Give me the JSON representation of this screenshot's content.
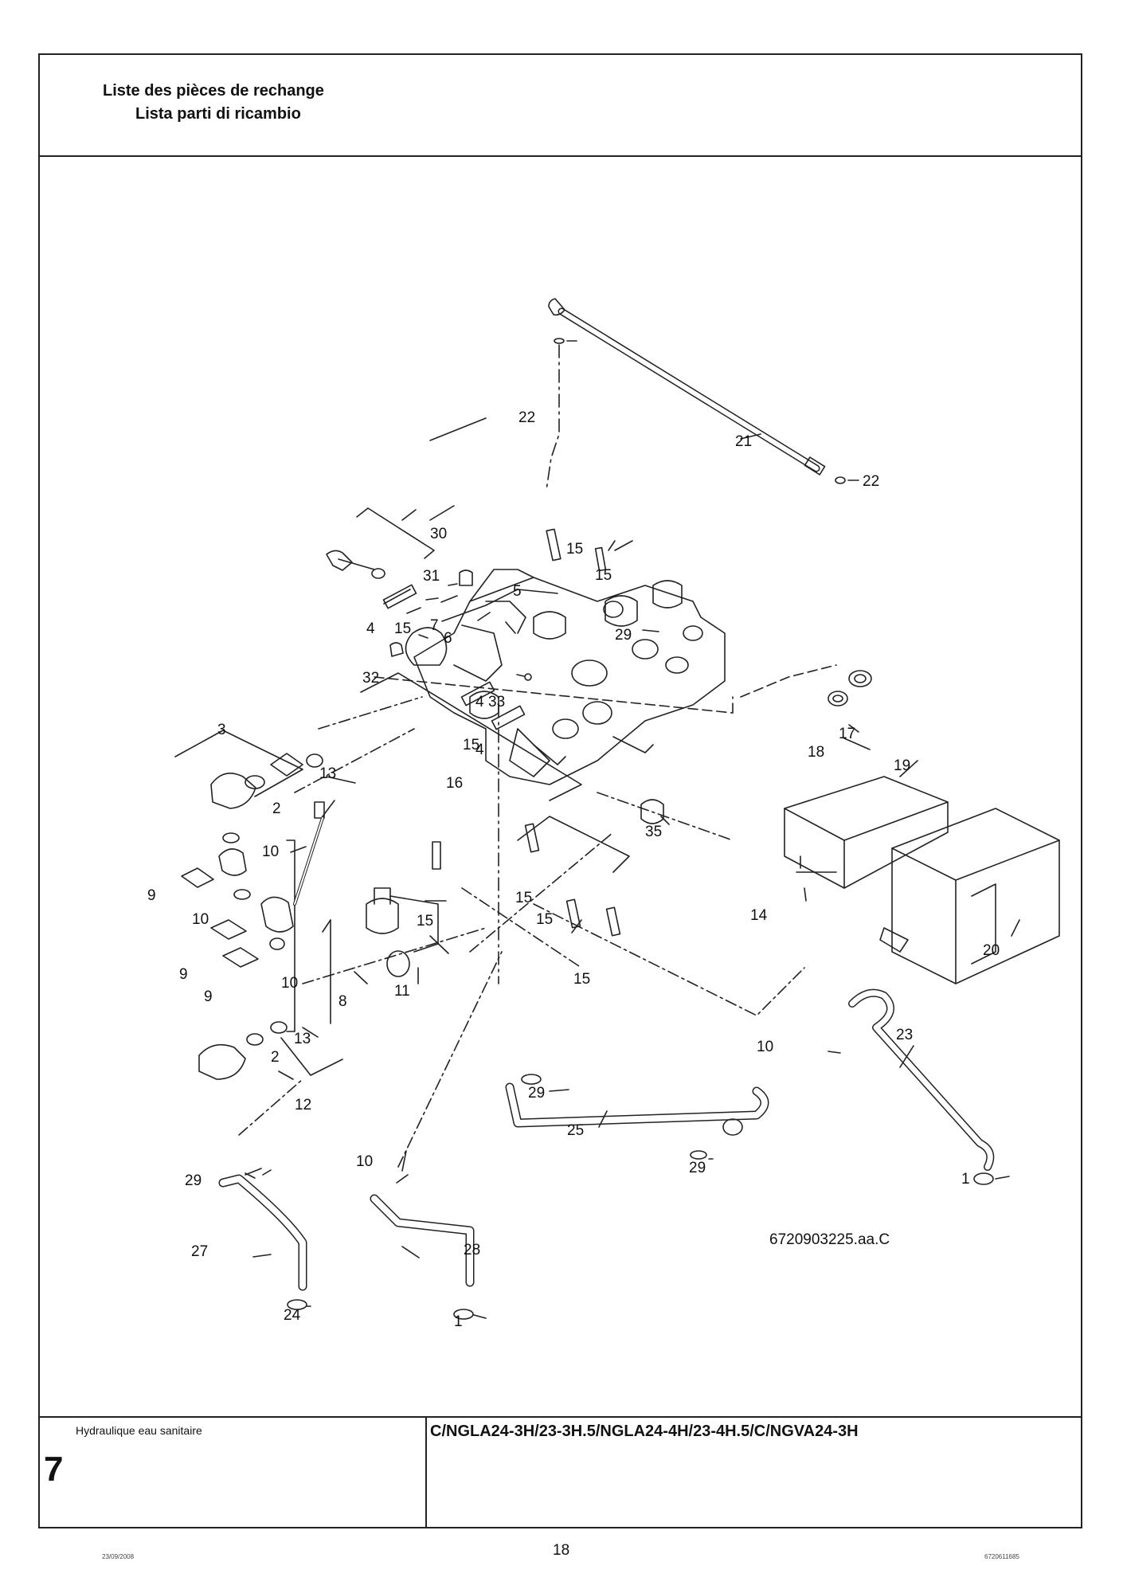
{
  "header": {
    "title_fr": "Liste des pièces de rechange",
    "title_it": "Lista parti di ricambio"
  },
  "drawing": {
    "figure_code": "6720903225.aa.C",
    "callouts": [
      "1",
      "2",
      "3",
      "4",
      "5",
      "6",
      "7",
      "8",
      "9",
      "10",
      "11",
      "12",
      "13",
      "14",
      "15",
      "16",
      "17",
      "18",
      "19",
      "20",
      "21",
      "22",
      "23",
      "24",
      "25",
      "27",
      "28",
      "29",
      "30",
      "31",
      "32",
      "33",
      "35"
    ]
  },
  "footer": {
    "section_label": "Hydraulique eau sanitaire",
    "section_number": "7",
    "model": "C/NGLA24-3H/23-3H.5/NGLA24-4H/23-4H.5/C/NGVA24-3H"
  },
  "page": {
    "number": "18",
    "print_date": "23/09/2008",
    "doc_code": "6720611685"
  },
  "colors": {
    "line": "#222222",
    "paper": "#ffffff"
  }
}
